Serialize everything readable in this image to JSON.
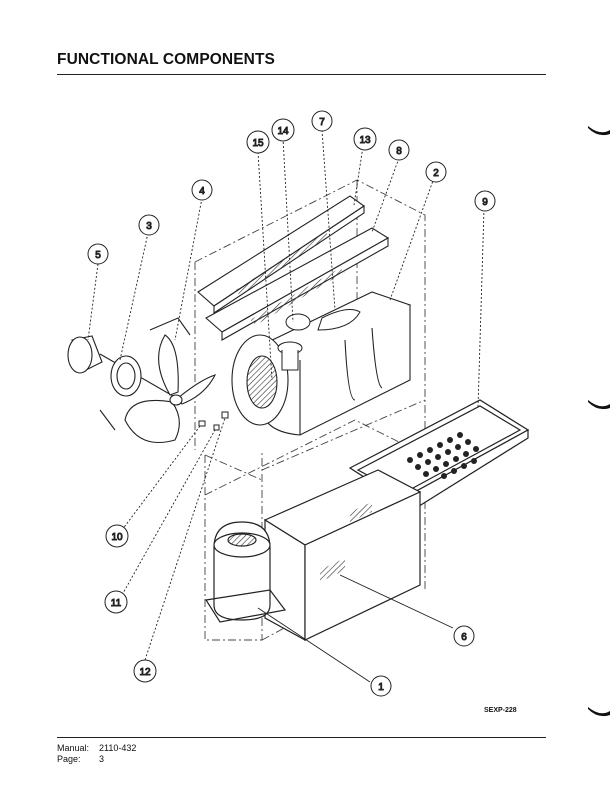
{
  "page": {
    "title": "FUNCTIONAL COMPONENTS",
    "figure_code": "SEXP-228",
    "footer": {
      "manual_label": "Manual:",
      "manual_value": "2110-432",
      "page_label": "Page:",
      "page_value": "3"
    }
  },
  "callouts": [
    "1",
    "2",
    "3",
    "4",
    "5",
    "6",
    "7",
    "8",
    "9",
    "10",
    "11",
    "12",
    "13",
    "14",
    "15"
  ]
}
